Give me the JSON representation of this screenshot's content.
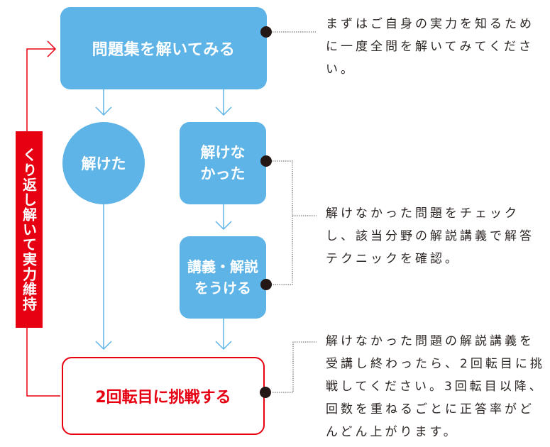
{
  "colors": {
    "box_blue": "#5eb4e6",
    "arrow_blue": "#5eb4e6",
    "accent_red": "#e60012",
    "note_text": "#2b2523",
    "dot": "#231815"
  },
  "flow": {
    "start": "問題集を解いてみる",
    "solved": "解けた",
    "unsolved_line1": "解けな",
    "unsolved_line2": "かった",
    "lecture_line1": "講義・解説",
    "lecture_line2": "をうける",
    "retry": "2回転目に挑戦する",
    "loop_label": "くり返し解いて実力維持"
  },
  "notes": {
    "note1": "まずはご自身の実力を知るために一度全問を解いてみてください。",
    "note2": "解けなかった問題をチェックし、該当分野の解説講義で解答テクニックを確認。",
    "note3": "解けなかった問題の解説講義を受講し終わったら、2回転目に挑戦してください。3回転目以降、回数を重ねるごとに正答率がどんどん上がります。"
  },
  "icons": {
    "flow_arrow": "down-arrow-icon",
    "loop_arrow": "right-arrow-icon",
    "connector": "dot-connector-icon"
  }
}
